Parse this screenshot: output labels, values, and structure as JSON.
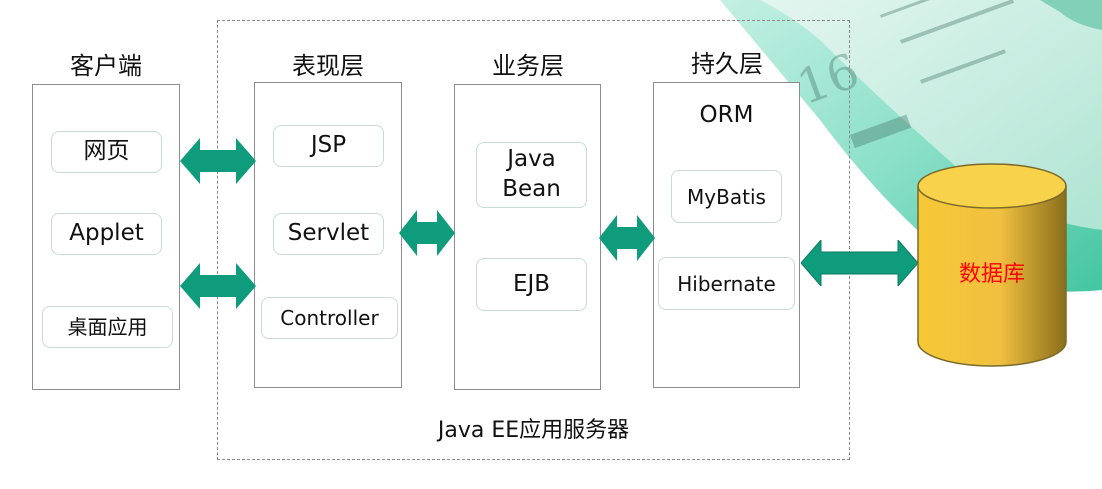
{
  "columns": {
    "client": {
      "title": "客户端",
      "items": [
        "网页",
        "Applet",
        "桌面应用"
      ]
    },
    "presentation": {
      "title": "表现层",
      "items": [
        "JSP",
        "Servlet",
        "Controller"
      ]
    },
    "business": {
      "title": "业务层",
      "items": [
        "Java\nBean",
        "EJB"
      ]
    },
    "persistence": {
      "title": "持久层",
      "orm_label": "ORM",
      "items": [
        "MyBatis",
        "Hibernate"
      ]
    }
  },
  "server_label": "Java EE应用服务器",
  "database_label": "数据库",
  "colors": {
    "arrow": "#0e9c7d",
    "database_fill": "#f2c233",
    "database_label": "#ff0000",
    "border": "#8c8c8c"
  }
}
